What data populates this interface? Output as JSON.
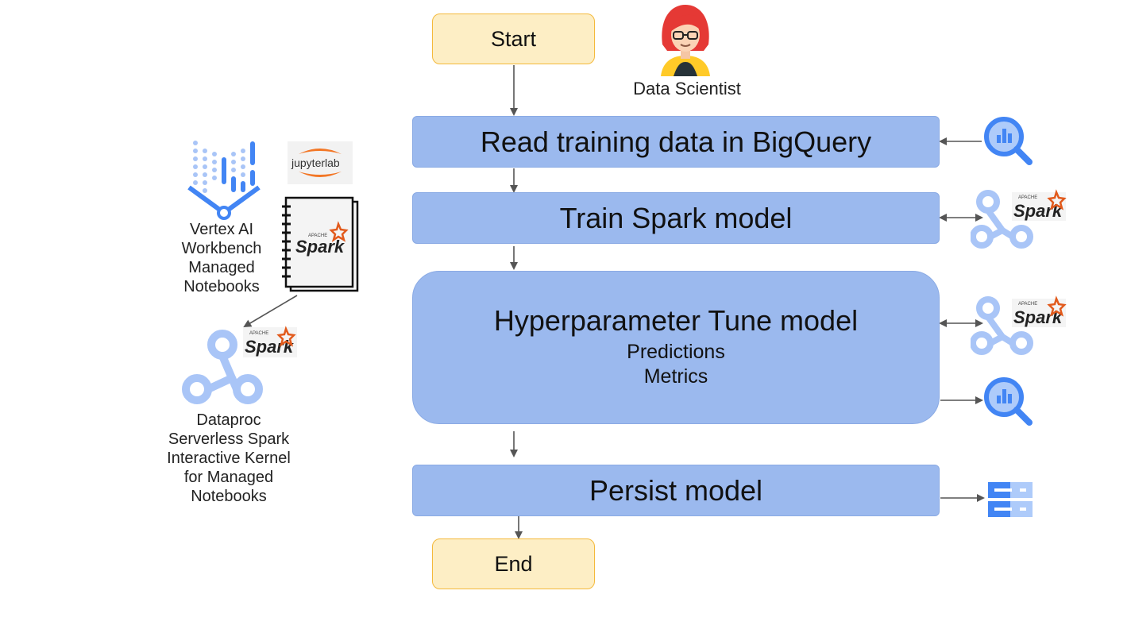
{
  "flow": {
    "start": "Start",
    "end": "End",
    "steps": {
      "read": {
        "title": "Read training data in BigQuery"
      },
      "train": {
        "title": "Train Spark model"
      },
      "tune": {
        "title": "Hyperparameter Tune model",
        "lines": [
          "Predictions",
          "Metrics"
        ]
      },
      "persist": {
        "title": "Persist model"
      }
    }
  },
  "actor": {
    "label": "Data Scientist"
  },
  "left_panel": {
    "workbench_label": [
      "Vertex AI",
      "Workbench",
      "Managed",
      "Notebooks"
    ],
    "dataproc_label": [
      "Dataproc",
      "Serverless Spark",
      "Interactive Kernel",
      "for Managed",
      "Notebooks"
    ],
    "jupyter_logo_text": "jupyterlab",
    "spark_logo_text": "Spark",
    "spark_logo_apache": "APACHE"
  },
  "colors": {
    "terminal_fill": "#fdeec5",
    "terminal_border": "#f4b93b",
    "step_fill": "#9bb9ee",
    "google_blue": "#4285f4",
    "spark_orange": "#e25a1c"
  },
  "icons": [
    "bigquery-icon",
    "dataproc-spark-icon",
    "cloud-storage-icon",
    "vertex-ai-icon",
    "jupyterlab-logo",
    "spark-notebook-icon",
    "data-scientist-avatar"
  ]
}
